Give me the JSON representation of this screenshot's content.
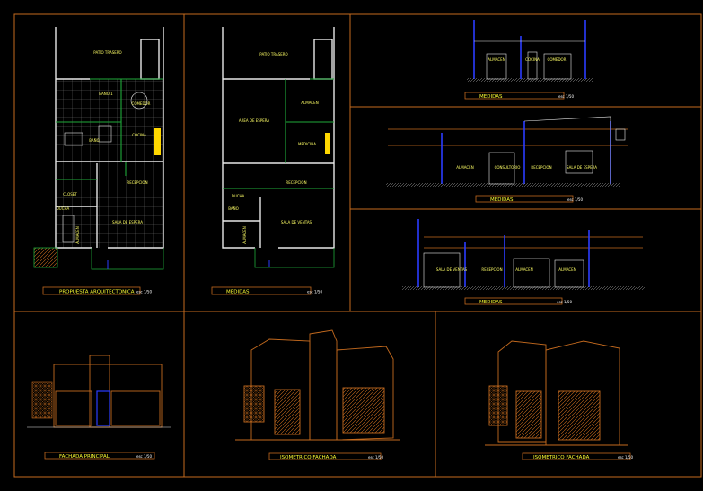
{
  "colors": {
    "frame": "#c46a1e",
    "wall_white": "#e8e8e8",
    "wall_green": "#1faa3a",
    "accent_blue": "#2a3cff",
    "text_yellow": "#ffff33",
    "background": "#000000"
  },
  "panels": {
    "plan1": {
      "title": "PROPUESTA ARQUITECTONICA",
      "scale": "esc 1/50",
      "rooms": [
        "PATIO TRASERO",
        "COMEDOR",
        "COCINA",
        "BAÑO 1",
        "RECEPCION",
        "CLOSET",
        "DUCHA",
        "BAÑO",
        "ALMACEN",
        "SALA DE ESPERA"
      ]
    },
    "plan2": {
      "title": "MEDIDAS",
      "scale": "esc 1/50",
      "rooms": [
        "PATIO TRASERO",
        "AREA DE ESPERA",
        "ALMACEN",
        "MEDICINA",
        "RECEPCION",
        "DUCHA",
        "BAÑO",
        "ALMACEN",
        "SALA DE VENTAS"
      ]
    },
    "section1": {
      "title": "MEDIDAS",
      "scale": "esc 1/50",
      "rooms": [
        "ALMACEN",
        "COCINA",
        "COMEDOR"
      ]
    },
    "section2": {
      "title": "MEDIDAS",
      "scale": "esc 1/50",
      "rooms": [
        "ALMACEN",
        "CONSULTORIO",
        "RECEPCION",
        "SALA DE ESPERA"
      ]
    },
    "section3": {
      "title": "MEDIDAS",
      "scale": "esc 1/50",
      "rooms": [
        "SALA DE VENTAS",
        "RECEPCION",
        "ALMACEN",
        "ALMACEN"
      ]
    },
    "facade": {
      "title": "FACHADA PRINCIPAL",
      "scale": "esc 1/50"
    },
    "iso1": {
      "title": "ISOMETRICO FACHADA",
      "scale": "esc 1/50"
    },
    "iso2": {
      "title": "ISOMETRICO FACHADA",
      "scale": "esc 1/50"
    }
  }
}
